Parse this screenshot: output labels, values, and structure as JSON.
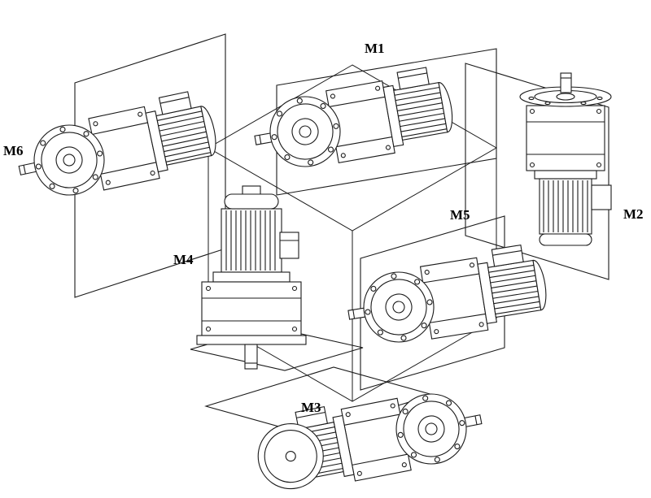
{
  "figure": {
    "labels": [
      {
        "id": "m1",
        "text": "M1"
      },
      {
        "id": "m2",
        "text": "M2"
      },
      {
        "id": "m3",
        "text": "M3"
      },
      {
        "id": "m4",
        "text": "M4"
      },
      {
        "id": "m5",
        "text": "M5"
      },
      {
        "id": "m6",
        "text": "M6"
      }
    ],
    "colors": {
      "line": "#1a1a1a",
      "background": "#ffffff"
    }
  }
}
